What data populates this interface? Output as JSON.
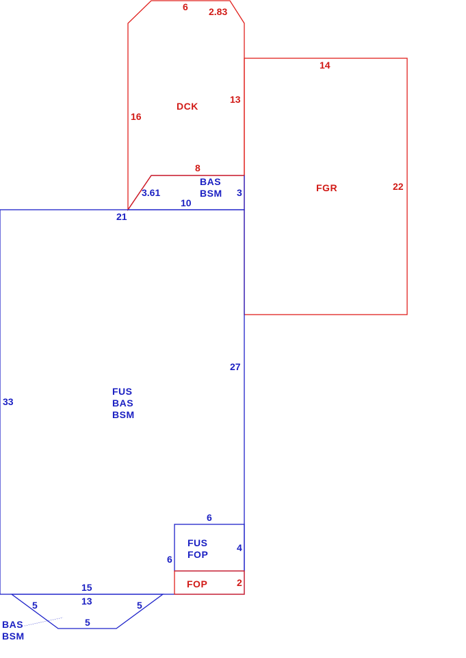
{
  "colors": {
    "garage_deck_outline": "#e0201c",
    "living_area_outline": "#1c21c9"
  },
  "areas": {
    "deck": {
      "code": "DCK"
    },
    "garage": {
      "code": "FGR"
    },
    "main": {
      "codes": [
        "FUS",
        "BAS",
        "BSM"
      ]
    },
    "upper_bas": {
      "codes": [
        "BAS",
        "BSM"
      ]
    },
    "porch_upper": {
      "codes": [
        "FUS",
        "FOP"
      ]
    },
    "porch_lower": {
      "code": "FOP"
    },
    "bay": {
      "codes": [
        "BAS",
        "BSM"
      ]
    }
  },
  "dimensions": {
    "deck_top": "6",
    "deck_corner": "2.83",
    "deck_left": "16",
    "deck_right": "13",
    "deck_bottom": "8",
    "garage_top": "14",
    "garage_right": "22",
    "bas_diag": "3.61",
    "bas_bottom": "10",
    "bas_right": "3",
    "main_top": "21",
    "main_left": "33",
    "main_right": "27",
    "main_bottom": "15",
    "porch_top": "6",
    "porch_left": "6",
    "porch_upper_right": "4",
    "porch_lower_right": "2",
    "bay_top": "13",
    "bay_left": "5",
    "bay_right": "5",
    "bay_bottom": "5"
  }
}
